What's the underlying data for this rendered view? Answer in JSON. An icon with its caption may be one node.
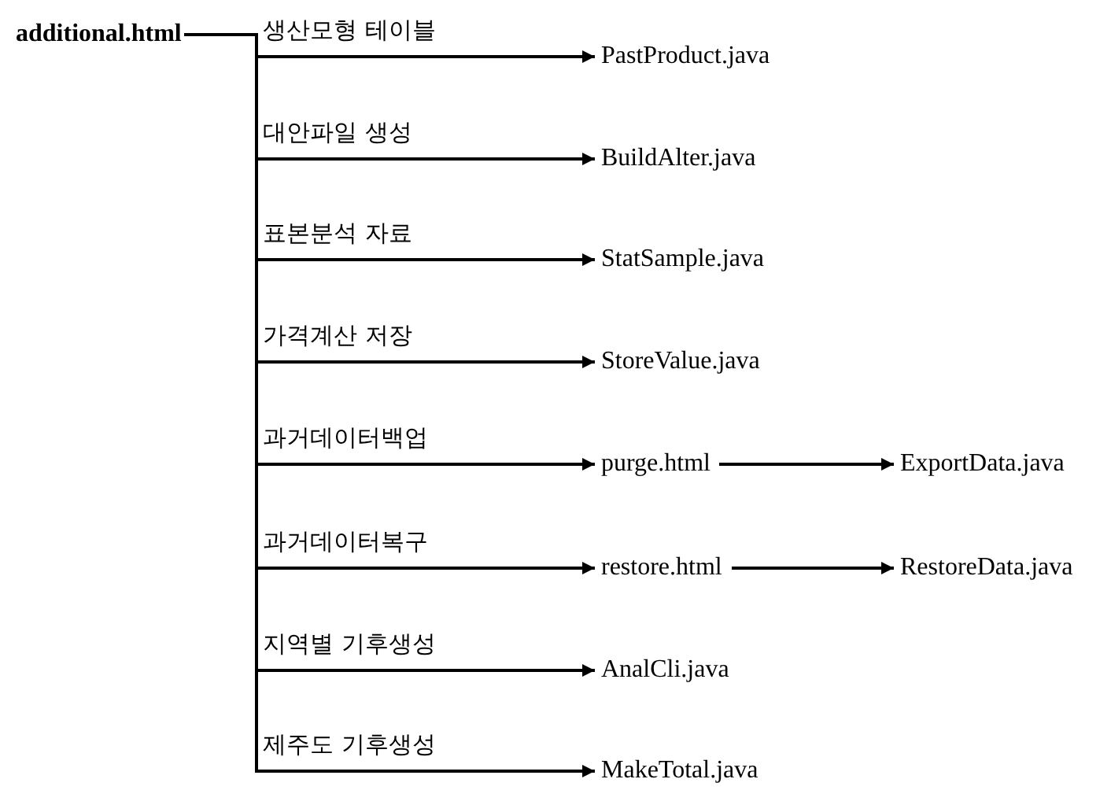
{
  "diagram": {
    "nodes": [
      {
        "text": [
          "additional.html"
        ]
      },
      {
        "text": [
          "PastProduct.java"
        ]
      },
      {
        "text": [
          "BuildAlter.java"
        ]
      },
      {
        "text": [
          "StatSample.java"
        ]
      },
      {
        "text": [
          "StoreValue.java"
        ]
      },
      {
        "text": [
          "purge.html"
        ]
      },
      {
        "text": [
          "restore.html"
        ]
      },
      {
        "text": [
          "AnalCli.java"
        ]
      },
      {
        "text": [
          "MakeTotal.java"
        ]
      },
      {
        "text": [
          "ExportData.java"
        ]
      },
      {
        "text": [
          "RestoreData.java"
        ]
      }
    ],
    "edges": [
      {
        "from": 0,
        "to": 1,
        "arrow": "to",
        "label": "생산모형 테이블"
      },
      {
        "from": 0,
        "to": 2,
        "arrow": "to",
        "label": "대안파일 생성"
      },
      {
        "from": 0,
        "to": 3,
        "arrow": "to",
        "label": "표본분석 자료"
      },
      {
        "from": 0,
        "to": 4,
        "arrow": "to",
        "label": "가격계산 저장"
      },
      {
        "from": 0,
        "to": 5,
        "arrow": "to",
        "label": "과거데이터백업"
      },
      {
        "from": 0,
        "to": 6,
        "arrow": "to",
        "label": "과거데이터복구"
      },
      {
        "from": 0,
        "to": 7,
        "arrow": "to",
        "label": "지역별 기후생성"
      },
      {
        "from": 0,
        "to": 8,
        "arrow": "to",
        "label": "제주도 기후생성"
      },
      {
        "from": 5,
        "to": 9,
        "arrow": "to"
      },
      {
        "from": 6,
        "to": 10,
        "arrow": "to"
      }
    ]
  }
}
